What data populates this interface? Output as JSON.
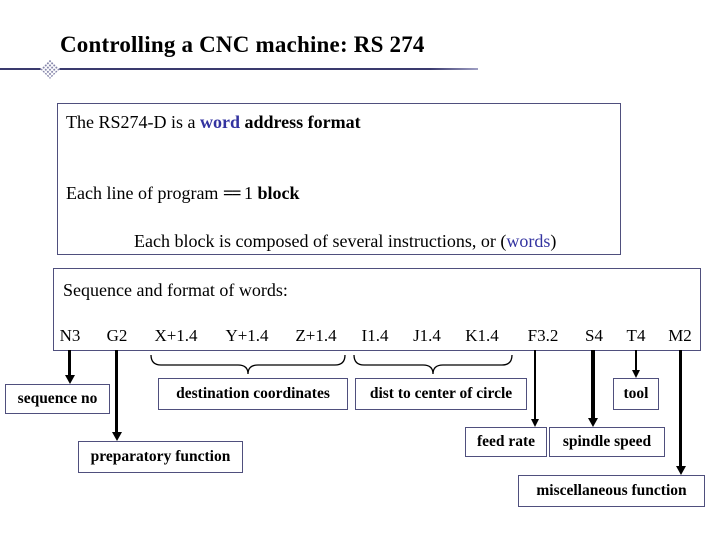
{
  "slide": {
    "title": "Controlling a CNC machine: RS 274"
  },
  "colors": {
    "accent_navy": "#3333a0",
    "box_border": "#4f4f7d",
    "divider_line": "#3a3a6e",
    "arrow_black": "#000000"
  },
  "intro_box": {
    "line1_pre": "The RS274-D is a ",
    "line1_word": "word",
    "line1_post": " address format",
    "line2_pre": "Each line of program ",
    "line2_eq": "==",
    "line2_mid": " 1 ",
    "line2_bold": "block",
    "line3_pre": "Each block is composed of several instructions, or (",
    "line3_word": "words",
    "line3_post": ")"
  },
  "format_box": {
    "heading": "Sequence and format of words:",
    "words": [
      {
        "label": "N3"
      },
      {
        "label": "G2"
      },
      {
        "label": "X+1.4"
      },
      {
        "label": "Y+1.4"
      },
      {
        "label": "Z+1.4"
      },
      {
        "label": "I1.4"
      },
      {
        "label": "J1.4"
      },
      {
        "label": "K1.4"
      },
      {
        "label": "F3.2"
      },
      {
        "label": "S4"
      },
      {
        "label": "T4"
      },
      {
        "label": "M2"
      }
    ]
  },
  "callouts": {
    "sequence_no": "sequence no",
    "destination_coordinates": "destination coordinates",
    "dist_to_center": "dist to center of circle",
    "tool": "tool",
    "feed_rate": "feed rate",
    "spindle_speed": "spindle speed",
    "preparatory_function": "preparatory function",
    "miscellaneous_function": "miscellaneous function"
  }
}
